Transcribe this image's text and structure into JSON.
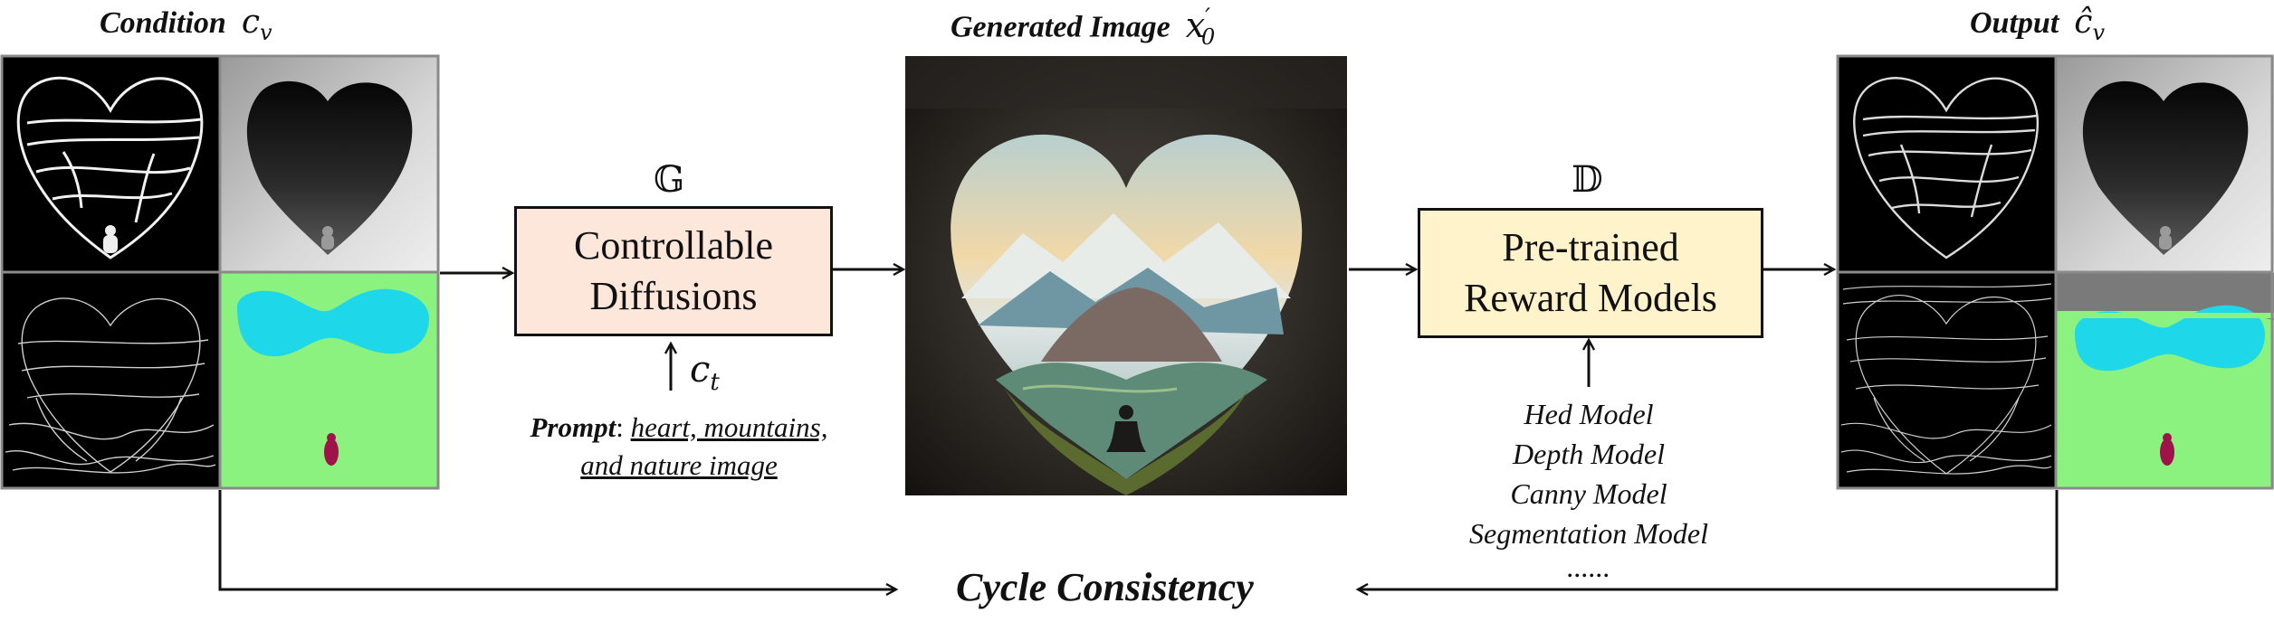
{
  "condition": {
    "title": "Condition",
    "symbol": "c",
    "subscript": "v"
  },
  "generated": {
    "title": "Generated Image",
    "symbol": "x",
    "prime": "′",
    "subscript": "0"
  },
  "output": {
    "title": "Output",
    "symbol": "ĉ",
    "subscript": "v"
  },
  "generator": {
    "symbol": "𝔾",
    "line1": "Controllable",
    "line2": "Diffusions",
    "fill": "#fde6da",
    "input_symbol": "c",
    "input_subscript": "t",
    "prompt_label": "Prompt",
    "prompt_colon": ":",
    "prompt_line1": "heart, mountains,",
    "prompt_line2": "and nature image"
  },
  "discriminator": {
    "symbol": "𝔻",
    "line1": "Pre-trained",
    "line2": "Reward Models",
    "fill": "#fff3cc",
    "models": [
      "Hed Model",
      "Depth Model",
      "Canny Model",
      "Segmentation Model",
      "......"
    ]
  },
  "loss_label": "Cycle Consistency",
  "colors": {
    "seg_bg": "#8cf27f",
    "seg_sky": "#1ed8ea",
    "seg_person": "#a0124a",
    "arrow": "#111111",
    "frame": "#8a8a8a"
  }
}
